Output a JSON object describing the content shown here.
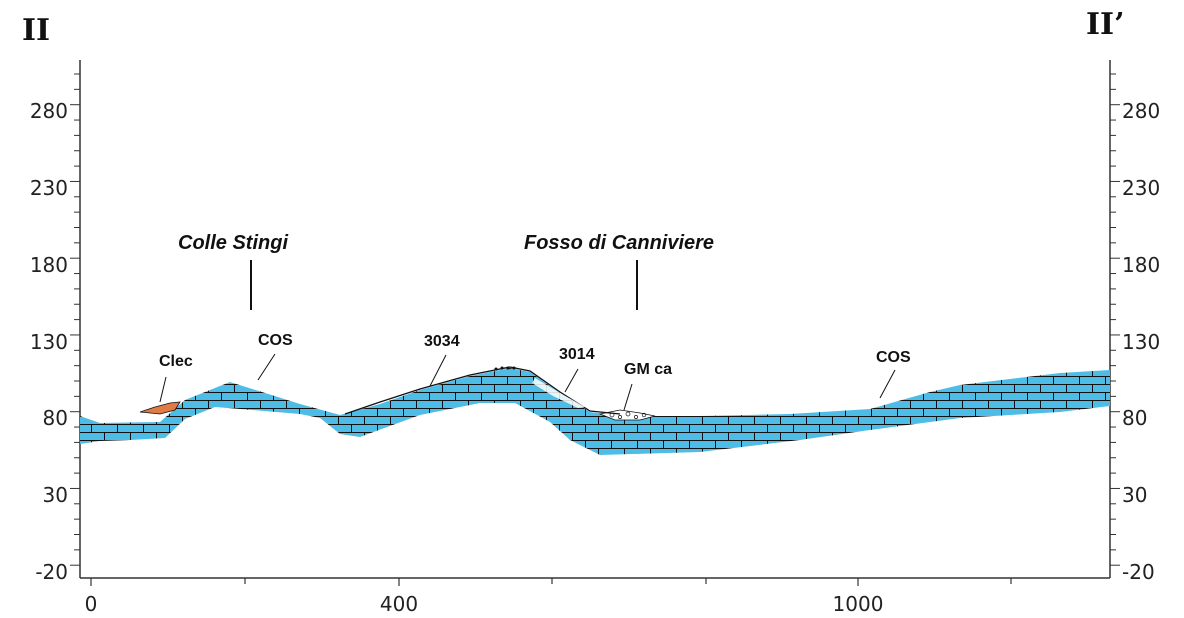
{
  "section": {
    "id_left": "II",
    "id_right": "II’"
  },
  "axes": {
    "y_left_ticks": [
      "280",
      "230",
      "180",
      "130",
      "80",
      "30",
      "-20"
    ],
    "y_right_ticks": [
      "280",
      "230",
      "180",
      "130",
      "80",
      "30",
      "-20"
    ],
    "x_ticks": [
      "0",
      "400",
      "1000"
    ]
  },
  "places": {
    "colle_stingi": "Colle Stingi",
    "fosso": "Fosso di Canniviere"
  },
  "units": {
    "clec": "Clec",
    "cos_left": "COS",
    "u3034": "3034",
    "u3014": "3014",
    "gmca": "GM ca",
    "cos_right": "COS"
  },
  "colors": {
    "limestone": "#4dbde8",
    "clec": "#e07b45",
    "linework": "#111111"
  }
}
